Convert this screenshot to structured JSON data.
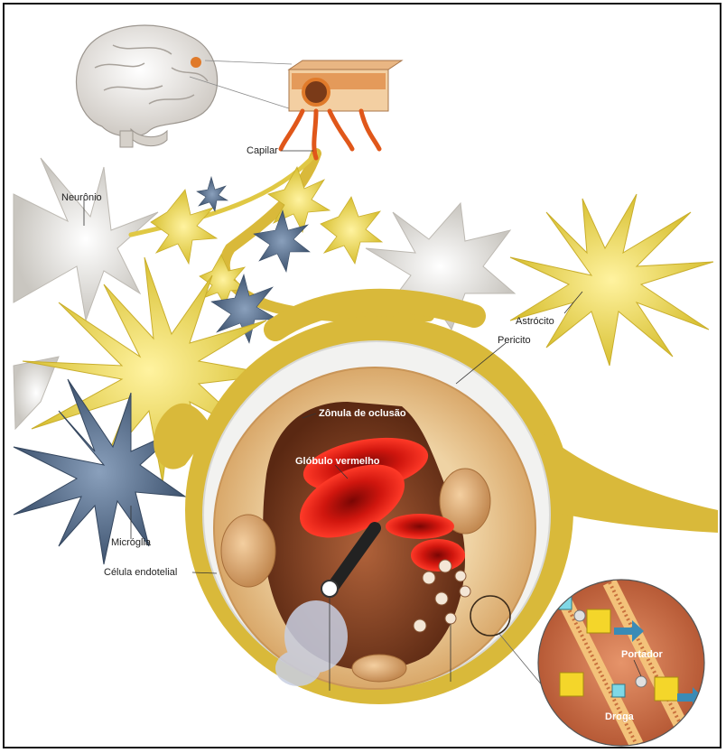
{
  "labels": {
    "capilar": "Capilar",
    "neuronio": "Neurônio",
    "astrocito": "Astrócito",
    "pericito": "Pericito",
    "zonula": "Zônula de oclusão",
    "globulo": "Glóbulo vermelho",
    "microglia": "Micróglia",
    "celula_endotelial": "Célula endotelial",
    "portador": "Portador",
    "droga": "Droga"
  },
  "colors": {
    "astrocyte_yellow": "#e8d64a",
    "pericyte_gold": "#d9b93a",
    "microglia_blue": "#5d7390",
    "neuron_gray": "#e4e2de",
    "endothelium": "#e8c690",
    "lumen": "#8a4a2a",
    "red_cell": "#c4120c",
    "capillary_orange": "#d8551c"
  },
  "icons": [
    "brain-illustration",
    "capillary-block",
    "membrane-zoom",
    "drug-molecule",
    "carrier-protein"
  ]
}
